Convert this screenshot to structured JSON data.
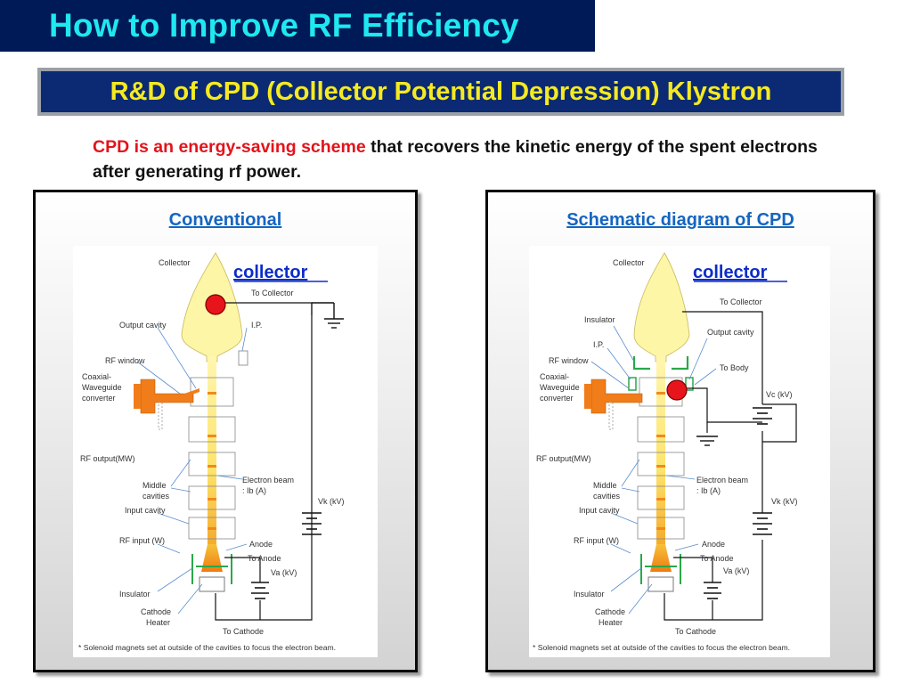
{
  "slide": {
    "title": "How to Improve RF Efficiency",
    "subtitle": "R&D of CPD (Collector Potential Depression) Klystron",
    "intro_highlight": "CPD is an energy-saving scheme",
    "intro_rest": " that recovers the kinetic energy of the spent electrons after generating rf power."
  },
  "left_panel": {
    "title": "Conventional",
    "callout": "collector",
    "labels": {
      "collector": "Collector",
      "to_collector": "To Collector",
      "output_cavity": "Output cavity",
      "ip": "I.P.",
      "rf_window": "RF window",
      "coax1": "Coaxial-",
      "coax2": "Waveguide",
      "coax3": "converter",
      "rf_output": "RF output(MW)",
      "middle1": "Middle",
      "middle2": "cavities",
      "ebeam1": "Electron beam",
      "ebeam2": ": Ib (A)",
      "vk": "Vk (kV)",
      "input_cavity": "Input cavity",
      "rf_input": "RF input (W)",
      "anode": "Anode",
      "to_anode": "To Anode",
      "va": "Va (kV)",
      "insulator": "Insulator",
      "cathode": "Cathode",
      "heater": "Heater",
      "to_cathode": "To Cathode",
      "footnote": "* Solenoid magnets set at outside of the cavities to focus the electron beam."
    }
  },
  "right_panel": {
    "title": "Schematic diagram of CPD",
    "callout": "collector",
    "labels": {
      "collector": "Collector",
      "to_collector": "To Collector",
      "insulator_top": "Insulator",
      "output_cavity": "Output cavity",
      "ip": "I.P.",
      "rf_window": "RF window",
      "to_body": "To Body",
      "coax1": "Coaxial-",
      "coax2": "Waveguide",
      "coax3": "converter",
      "vc": "Vc (kV)",
      "rf_output": "RF output(MW)",
      "middle1": "Middle",
      "middle2": "cavities",
      "ebeam1": "Electron beam",
      "ebeam2": ": Ib (A)",
      "vk": "Vk (kV)",
      "input_cavity": "Input cavity",
      "rf_input": "RF input (W)",
      "anode": "Anode",
      "to_anode": "To Anode",
      "va": "Va (kV)",
      "insulator": "Insulator",
      "cathode": "Cathode",
      "heater": "Heater",
      "to_cathode": "To Cathode",
      "footnote": "* Solenoid magnets set at outside of the cavities to focus the electron beam."
    }
  },
  "colors": {
    "title_bg": "#001a57",
    "title_text": "#1fe8f0",
    "subtitle_text": "#f5ea21",
    "highlight_red": "#e3131b",
    "panel_title_blue": "#1565c0",
    "callout_blue": "#0d2dc8",
    "red_dot": "#e8141b",
    "coupler_orange": "#f07d1a"
  }
}
